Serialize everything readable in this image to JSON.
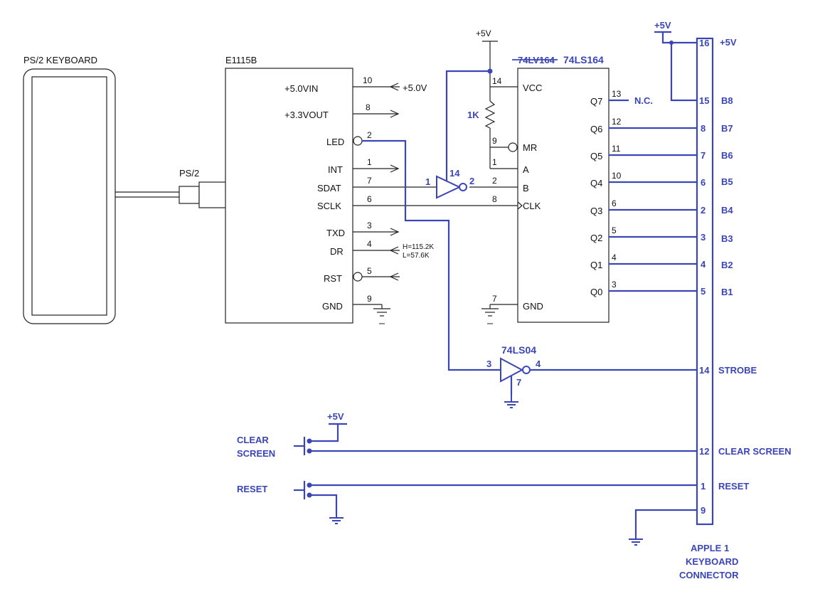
{
  "keyboard": {
    "title": "PS/2 KEYBOARD",
    "connector_label": "PS/2"
  },
  "e1115b": {
    "name": "E1115B",
    "pins": [
      {
        "label": "+5.0VIN",
        "num": "10",
        "net": "+5.0V"
      },
      {
        "label": "+3.3VOUT",
        "num": "8"
      },
      {
        "label": "LED",
        "num": "2"
      },
      {
        "label": "INT",
        "num": "1"
      },
      {
        "label": "SDAT",
        "num": "7"
      },
      {
        "label": "SCLK",
        "num": "6"
      },
      {
        "label": "TXD",
        "num": "3"
      },
      {
        "label": "DR",
        "num": "4",
        "note1": "H=115.2K",
        "note2": "L=57.6K"
      },
      {
        "label": "RST",
        "num": "5"
      },
      {
        "label": "GND",
        "num": "9"
      }
    ]
  },
  "supply_top": "+5V",
  "resistor": {
    "label": "1K"
  },
  "inv1": {
    "in": "1",
    "out": "2",
    "vcc": "14"
  },
  "sr": {
    "name_struck": "74LV164",
    "name": "74LS164",
    "left_pins": [
      {
        "label": "VCC",
        "num": "14"
      },
      {
        "label": "MR",
        "num": "9"
      },
      {
        "label": "A",
        "num": "1"
      },
      {
        "label": "B",
        "num": "2"
      },
      {
        "label": "CLK",
        "num": "8"
      },
      {
        "label": "GND",
        "num": "7"
      }
    ],
    "outputs": [
      {
        "label": "Q7",
        "num": "13"
      },
      {
        "label": "Q6",
        "num": "12"
      },
      {
        "label": "Q5",
        "num": "11"
      },
      {
        "label": "Q4",
        "num": "10"
      },
      {
        "label": "Q3",
        "num": "6"
      },
      {
        "label": "Q2",
        "num": "5"
      },
      {
        "label": "Q1",
        "num": "4"
      },
      {
        "label": "Q0",
        "num": "3"
      }
    ],
    "nc": "N.C."
  },
  "inv2": {
    "name": "74LS04",
    "in": "3",
    "out": "4",
    "gnd": "7"
  },
  "connector": {
    "title1": "APPLE 1",
    "title2": "KEYBOARD",
    "title3": "CONNECTOR",
    "supply": "+5V",
    "pins": [
      {
        "num": "16",
        "label": "+5V"
      },
      {
        "num": "15",
        "label": "B8"
      },
      {
        "num": "8",
        "label": "B7"
      },
      {
        "num": "7",
        "label": "B6"
      },
      {
        "num": "6",
        "label": "B5"
      },
      {
        "num": "2",
        "label": "B4"
      },
      {
        "num": "3",
        "label": "B3"
      },
      {
        "num": "4",
        "label": "B2"
      },
      {
        "num": "5",
        "label": "B1"
      },
      {
        "num": "14",
        "label": "STROBE"
      },
      {
        "num": "12",
        "label": "CLEAR SCREEN"
      },
      {
        "num": "1",
        "label": "RESET"
      },
      {
        "num": "9",
        "label": ""
      }
    ]
  },
  "switches": {
    "clear_line1": "CLEAR",
    "clear_line2": "SCREEN",
    "clear_supply": "+5V",
    "reset": "RESET"
  }
}
